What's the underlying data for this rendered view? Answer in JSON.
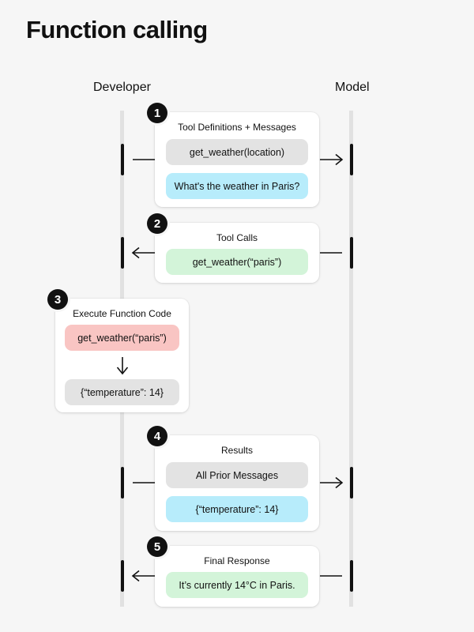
{
  "title": "Function calling",
  "columns": {
    "left": "Developer",
    "right": "Model"
  },
  "colors": {
    "gray": "#e3e3e3",
    "blue": "#b7ecfb",
    "green": "#d3f4d9",
    "red": "#f9c5c3"
  },
  "steps": [
    {
      "number": "1",
      "title": "Tool Definitions + Messages",
      "items": [
        "get_weather(location)",
        "What's the weather in Paris?"
      ]
    },
    {
      "number": "2",
      "title": "Tool Calls",
      "items": [
        "get_weather(“paris”)"
      ]
    },
    {
      "number": "3",
      "title": "Execute Function Code",
      "items": [
        "get_weather(“paris”)",
        "{“temperature”: 14}"
      ]
    },
    {
      "number": "4",
      "title": "Results",
      "items": [
        "All Prior Messages",
        "{“temperature”: 14}"
      ]
    },
    {
      "number": "5",
      "title": "Final Response",
      "items": [
        "It’s currently 14°C in Paris."
      ]
    }
  ]
}
